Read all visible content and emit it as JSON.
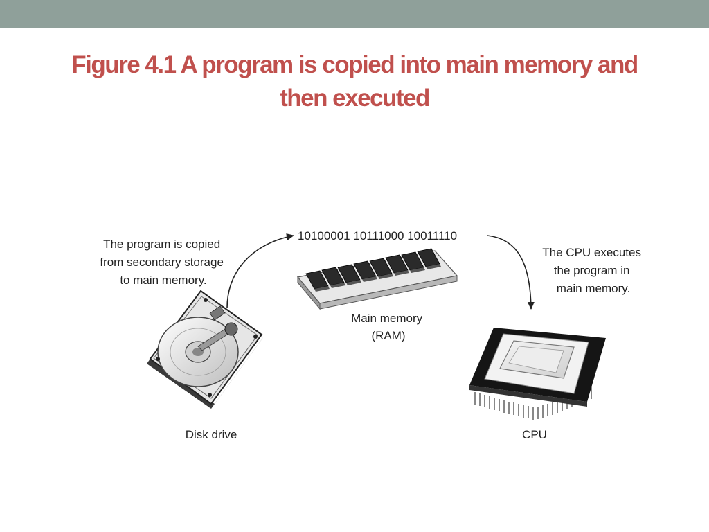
{
  "slide": {
    "title_line1": "Figure 4.1 A program is copied into main memory and",
    "title_line2": "then executed"
  },
  "diagram": {
    "copy_caption": [
      "The program is copied",
      "from secondary storage",
      "to main memory."
    ],
    "binary_code": "10100001  10111000 10011110",
    "ram_label": [
      "Main memory",
      "(RAM)"
    ],
    "cpu_caption": [
      "The CPU executes",
      "the program in",
      "main memory."
    ],
    "disk_label": "Disk drive",
    "cpu_label": "CPU"
  },
  "colors": {
    "top_bar": "#8fa09a",
    "title": "#c0504d"
  }
}
